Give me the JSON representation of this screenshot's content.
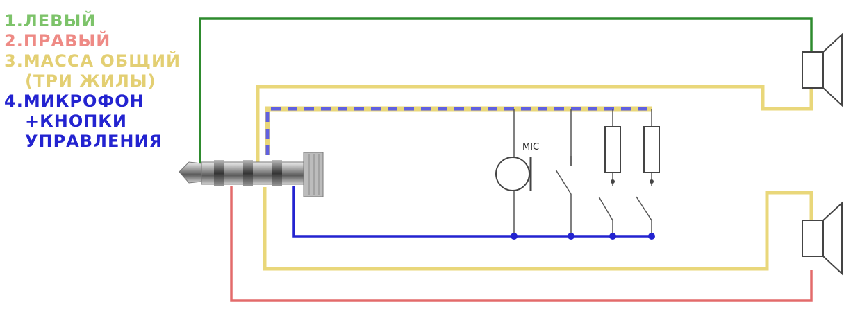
{
  "legend": {
    "item1": "1.ЛЕВЫЙ",
    "item2": "2.ПРАВЫЙ",
    "item3_line1": "3.МАССА ОБЩИЙ",
    "item3_line2": "(ТРИ ЖИЛЫ)",
    "item4_line1": "4.МИКРОФОН",
    "item4_line2": "+КНОПКИ",
    "item4_line3": "УПРАВЛЕНИЯ"
  },
  "mic_label": "MIC",
  "colors": {
    "left": "#2e8b2e",
    "right": "#e36b6b",
    "ground": "#e9d77a",
    "mic": "#2323d0",
    "mic_dashed": "#6060e0",
    "component": "#444444"
  },
  "icons": {
    "plug": "trrs-jack-plug-icon",
    "speaker": "speaker-icon",
    "microphone": "microphone-icon",
    "switch": "switch-icon",
    "resistor": "resistor-icon"
  }
}
